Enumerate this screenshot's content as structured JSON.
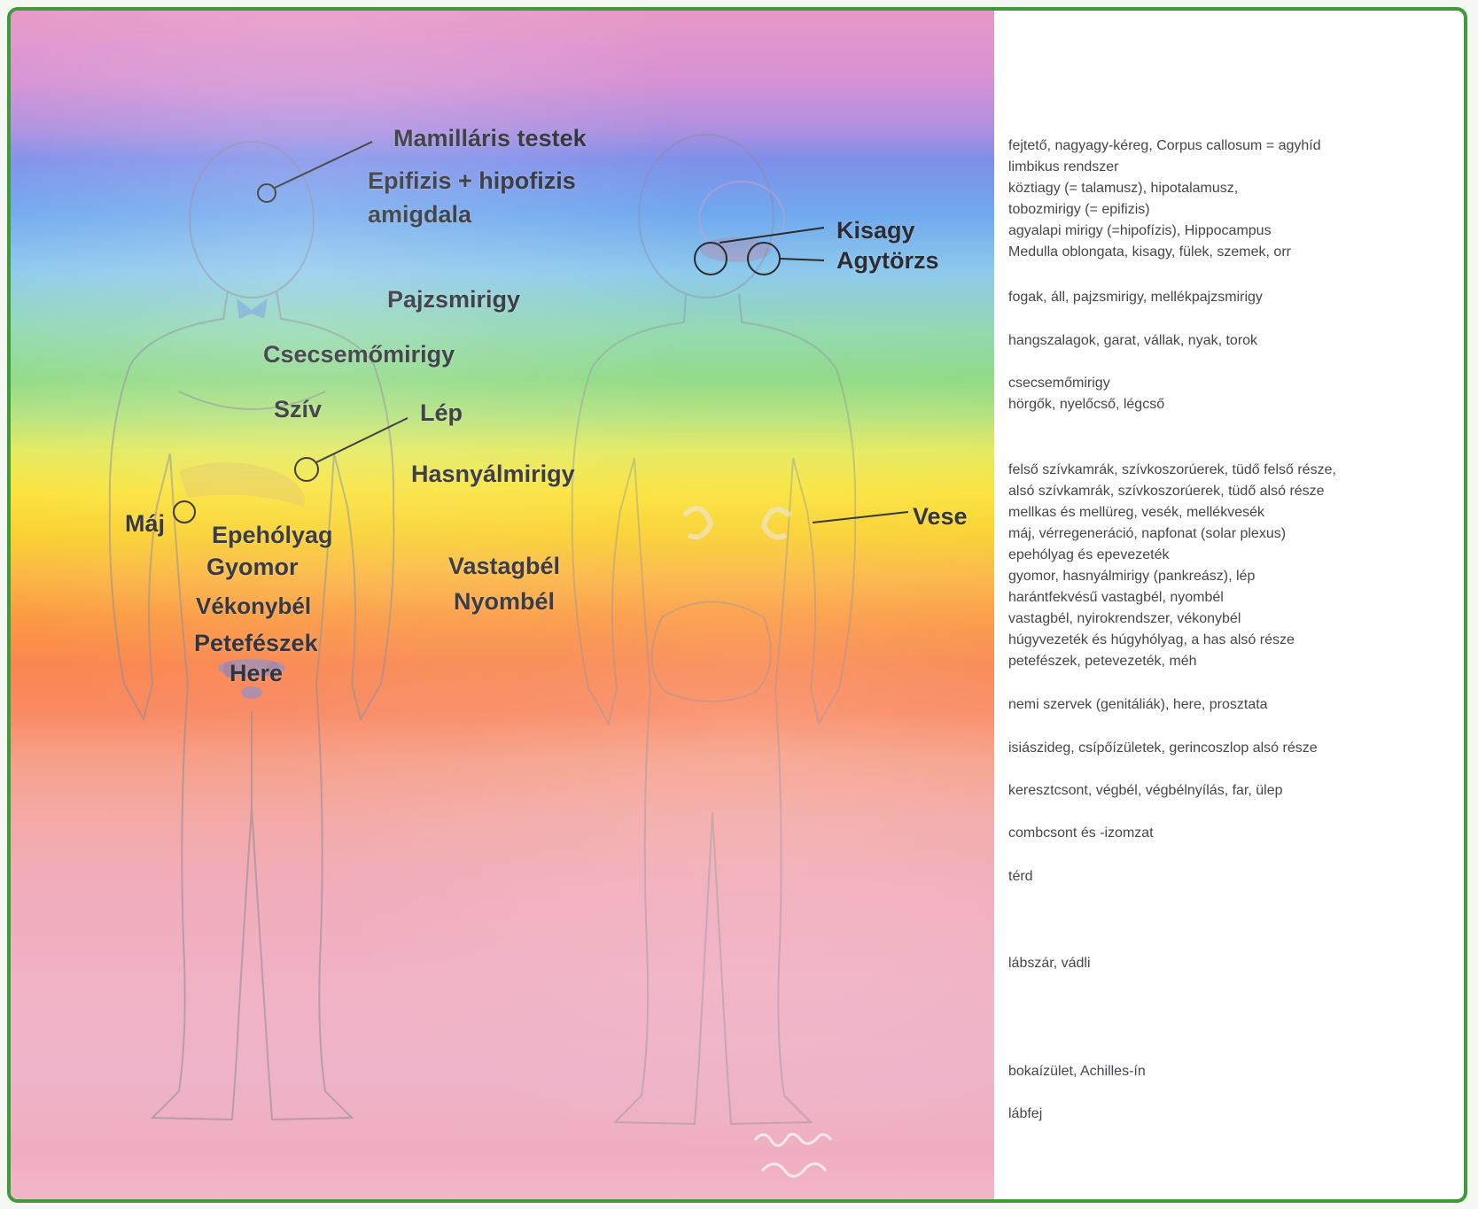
{
  "labels": {
    "mamillaris_testek": "Mamilláris testek",
    "epifizis_hipofizis": "Epifizis + hipofizis",
    "amigdala": "amigdala",
    "pajzsmirigy": "Pajzsmirigy",
    "csecsemomirigy": "Csecsemőmirigy",
    "sziv": "Szív",
    "lep": "Lép",
    "hasnyalmirigy": "Hasnyálmirigy",
    "maj": "Máj",
    "epeholyag": "Epehólyag",
    "gyomor": "Gyomor",
    "vekonybel": "Vékonybél",
    "petefeszek": "Petefészek",
    "here": "Here",
    "vastagbel": "Vastagbél",
    "nyombel": "Nyombél",
    "kisagy": "Kisagy",
    "agytorzs": "Agytörzs",
    "vese": "Vese"
  },
  "text_column": {
    "l01": "fejtető, nagyagy-kéreg, Corpus callosum = agyhíd",
    "l02": "limbikus rendszer",
    "l03": "köztiagy (= talamusz), hipotalamusz,",
    "l04": "tobozmirigy (= epifizis)",
    "l05": "agyalapi mirigy (=hipofízis), Hippocampus",
    "l06": "Medulla oblongata, kisagy, fülek, szemek, orr",
    "l07": "fogak, áll, pajzsmirigy, mellékpajzsmirigy",
    "l08": "hangszalagok, garat, vállak, nyak, torok",
    "l09": "csecsemőmirigy",
    "l10": "hörgők, nyelőcső, légcső",
    "l11": "felső szívkamrák, szívkoszorúerek, tüdő felső része,",
    "l12": "alsó szívkamrák, szívkoszorúerek, tüdő alsó része",
    "l13": "mellkas és mellüreg, vesék, mellékvesék",
    "l14": "máj, vérregeneráció, napfonat (solar plexus)",
    "l15": "epehólyag és epevezeték",
    "l16": "gyomor, hasnyálmirigy (pankreász), lép",
    "l17": "harántfekvésű vastagbél, nyombél",
    "l18": "vastagbél, nyirokrendszer, vékonybél",
    "l19": "húgyvezeték és húgyhólyag, a has alsó része",
    "l20": "petefészek, petevezeték, méh",
    "l21": "nemi szervek (genitáliák), here, prosztata",
    "l22": "isiászideg, csípőízületek, gerincoszlop alsó része",
    "l23": "keresztcsont, végbél, végbélnyílás, far, ülep",
    "l24": "combcsont és -izomzat",
    "l25": "térd",
    "l26": "lábszár, vádli",
    "l27": "bokaízület, Achilles-ín",
    "l28": "lábfej"
  },
  "colors": {
    "frame_border": "#3f9a3a",
    "label_text": "#2c2c34",
    "figure_outline": "#8a8a98",
    "marker_stroke": "#2b2b2b"
  }
}
